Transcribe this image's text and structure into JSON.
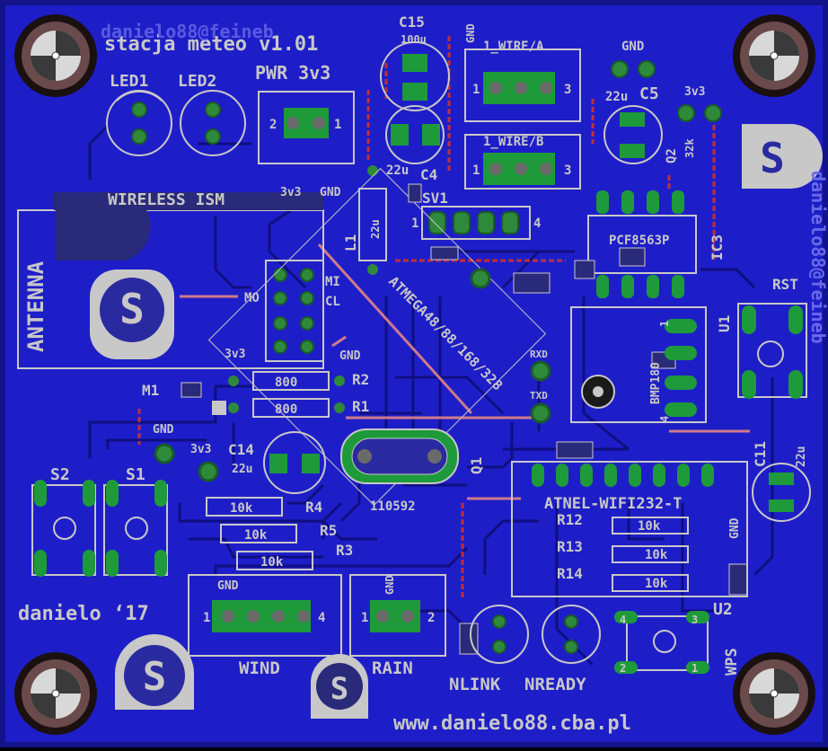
{
  "board": {
    "title": "stacja meteo v1.01",
    "author": "danielo ‘17",
    "website": "www.danielo88.cba.pl",
    "mirrored_text": "danielo88@feineb",
    "mirrored_text2": "danielo88@feineb"
  },
  "labels": {
    "led1": "LED1",
    "led2": "LED2",
    "pwr": "PWR 3v3",
    "wireless": "WIRELESS ISM",
    "antenna": "ANTENNA",
    "c15": "C15",
    "c15_val": "100u",
    "gnd_top": "GND",
    "one_wire_a": "1_WIRE/A",
    "one_wire_b": "1_WIRE/B",
    "gnd_c5": "GND",
    "c5": "C5",
    "c5_val": "22u",
    "v3_q2": "3v3",
    "q2": "Q2",
    "r32k": "32k",
    "c4_val": "22u",
    "c4": "C4",
    "sv1": "SV1",
    "v3_pwr": "3v3",
    "gnd_pwr": "GND",
    "l1": "L1",
    "l1_val": "22u",
    "pcf": "PCF8563P",
    "ic3": "IC3",
    "mo": "MO",
    "mi": "MI",
    "cl": "CL",
    "mcu": "ATMEGA48/88/168/328",
    "rst": "RST",
    "u1": "U1",
    "bmp": "BMP180",
    "v3_r": "3v3",
    "gnd_r": "GND",
    "r2": "R2",
    "r1": "R1",
    "r_800a": "800",
    "r_800b": "800",
    "m1": "M1",
    "rxd": "RXD",
    "txd": "TXD",
    "gnd_mid": "GND",
    "v3_c14": "3v3",
    "c14": "C14",
    "c14_val": "22u",
    "q1": "Q1",
    "crystal": "110592",
    "c11": "C11",
    "c11_val": "22u",
    "s2": "S2",
    "s1": "S1",
    "r4": "R4",
    "r5": "R5",
    "r3": "R3",
    "r10k_a": "10k",
    "r10k_b": "10k",
    "r10k_c": "10k",
    "atnel": "ATNEL-WIFI232-T",
    "r12": "R12",
    "r13": "R13",
    "r14": "R14",
    "r10k_d": "10k",
    "r10k_e": "10k",
    "r10k_f": "10k",
    "gnd_atnel": "GND",
    "u2": "U2",
    "wps": "WPS",
    "gnd_wind": "GND",
    "gnd_rain": "GND",
    "wind": "WIND",
    "rain": "RAIN",
    "nlink": "NLINK",
    "nready": "NREADY"
  },
  "pin_numbers": {
    "pwr_2": "2",
    "pwr_1": "1",
    "wa_1": "1",
    "wa_3": "3",
    "wb_1": "1",
    "wb_3": "3",
    "sv_1": "1",
    "sv_4": "4",
    "u1_1": "1",
    "u1_4": "4",
    "wind_1": "1",
    "wind_4": "4",
    "rain_1": "1",
    "rain_2": "2",
    "u2_4": "4",
    "u2_3": "3",
    "u2_2": "2",
    "u2_1": "1"
  },
  "colors": {
    "board": "#1a1ac0",
    "copper": "#2222dd",
    "silk": "#c8c8c8",
    "pad": "#1e9a3a",
    "trace_red": "#c0303a"
  }
}
